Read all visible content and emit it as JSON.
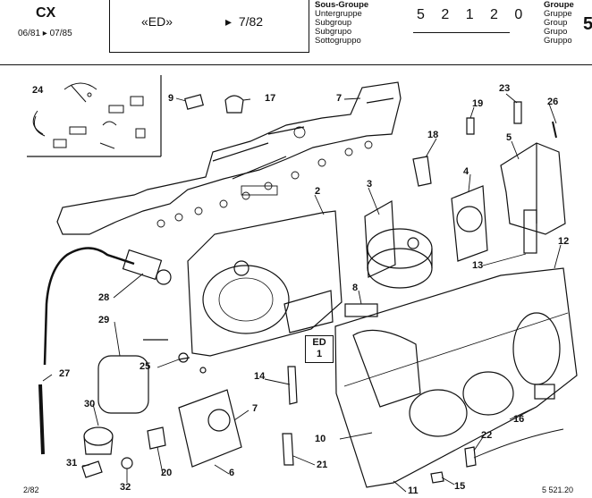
{
  "header": {
    "model": "CX",
    "dates": "06/81 ▸ 07/85",
    "edition": "«ED»",
    "edition_date": "7/82",
    "subgroup_labels": [
      "Sous-Groupe",
      "Untergruppe",
      "Subgroup",
      "Subgrupo",
      "Sottogruppo"
    ],
    "subgroup_code": "5 2 1 2 0",
    "group_labels": [
      "Groupe",
      "Gruppe",
      "Group",
      "Grupo",
      "Gruppo"
    ],
    "group_number": "5"
  },
  "callouts": [
    "24",
    "9",
    "17",
    "7",
    "23",
    "19",
    "26",
    "18",
    "5",
    "2",
    "3",
    "4",
    "12",
    "28",
    "8",
    "13",
    "29",
    "ED",
    "1",
    "25",
    "27",
    "14",
    "30",
    "7",
    "16",
    "10",
    "22",
    "31",
    "20",
    "6",
    "21",
    "32",
    "11",
    "15"
  ],
  "ed_box": {
    "line1": "ED",
    "line2": "1"
  },
  "footer": {
    "left": "2/82",
    "right": "5 521.20"
  }
}
